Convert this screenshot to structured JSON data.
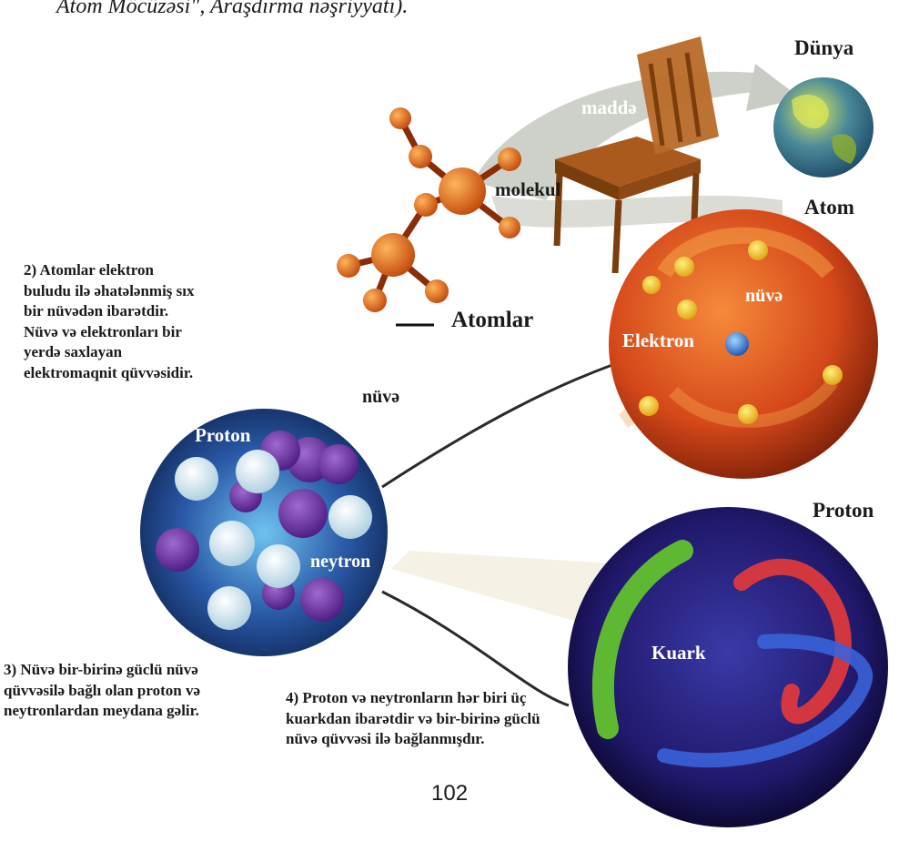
{
  "caption": "Atom Möcüzəsi\", Araşdırma nəşriyyatı).",
  "labels": {
    "dunya": "Dünya",
    "madde": "maddə",
    "molekul": "molekul",
    "atom": "Atom",
    "atomlar": "Atomlar",
    "nuve_atom": "nüvə",
    "elektron": "Elektron",
    "nuve_zoom": "nüvə",
    "proton_small": "Proton",
    "neytron": "neytron",
    "proton_big": "Proton",
    "kuark": "Kuark"
  },
  "paragraphs": {
    "p2": "2) Atomlar elektron buludu ilə əhatələnmiş sıx bir nüvədən ibarətdir. Nüvə və elektronları bir yerdə saxlayan elektromaqnit qüvvəsidir.",
    "p3": "3) Nüvə bir-birinə güclü nüvə qüvvəsilə bağlı olan proton və neytronlardan meydana gəlir.",
    "p4": "4) Proton və neytronların hər biri üç kuarkdan ibarətdir və bir-birinə güclü nüvə qüvvəsi ilə bağlanmışdır."
  },
  "page_number": "102",
  "colors": {
    "atom_orange": "#d5481a",
    "nucleus_blue": "#2a5aa8",
    "proton_purple": "#20186a",
    "electron_yellow": "#f2c21e",
    "quark_green": "#5fb832",
    "quark_red": "#e53a3a",
    "quark_blue": "#3a63d8"
  }
}
